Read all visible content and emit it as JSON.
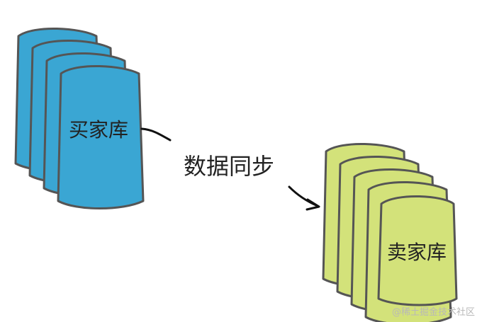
{
  "buyer_db": {
    "label": "买家库",
    "color": "#3aa6d3"
  },
  "seller_db": {
    "label": "卖家库",
    "color": "#d3e27a"
  },
  "sync": {
    "label": "数据同步"
  },
  "watermark": "@稀土掘金技术社区",
  "colors": {
    "outline": "#555555"
  }
}
